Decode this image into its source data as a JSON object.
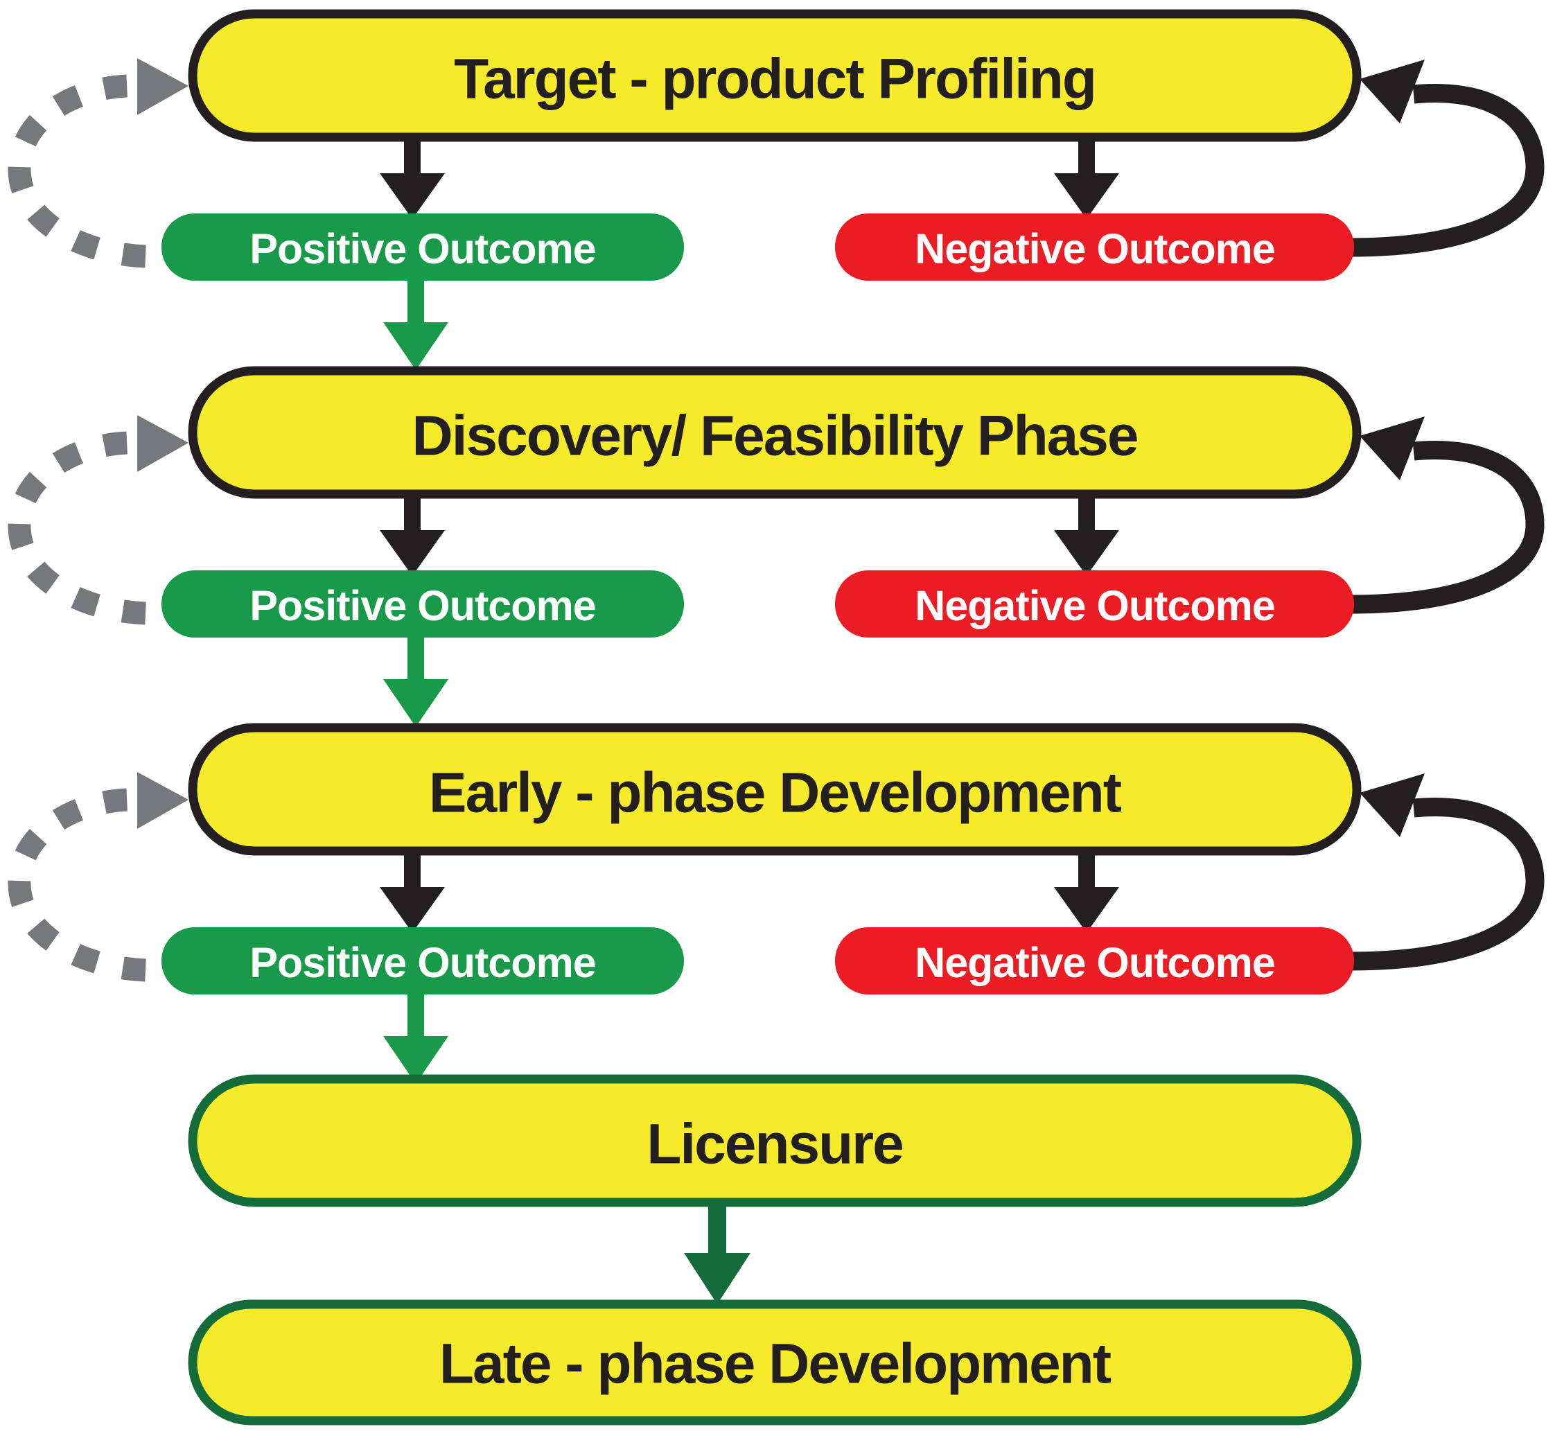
{
  "figure": {
    "type": "flowchart",
    "rows": [
      {
        "stage": "Target - product Profiling",
        "positive": "Positive Outcome",
        "negative": "Negative Outcome"
      },
      {
        "stage": "Discovery/ Feasibility Phase",
        "positive": "Positive Outcome",
        "negative": "Negative Outcome"
      },
      {
        "stage": "Early - phase Development",
        "positive": "Positive Outcome",
        "negative": "Negative Outcome"
      }
    ],
    "licensure_label": "Licensure",
    "late_phase_label": "Late - phase Development",
    "colors": {
      "stage_fill": "#F5EB2B",
      "stage_border": "#231F20",
      "positive_green": "#189A4A",
      "negative_red": "#EC1C24",
      "final_green": "#146C3A",
      "loop_black": "#231F20",
      "dashed_gray": "#77787B",
      "label_dark": "#231F20",
      "label_light": "#FFFFFF",
      "background": "#FFFFFF"
    }
  }
}
